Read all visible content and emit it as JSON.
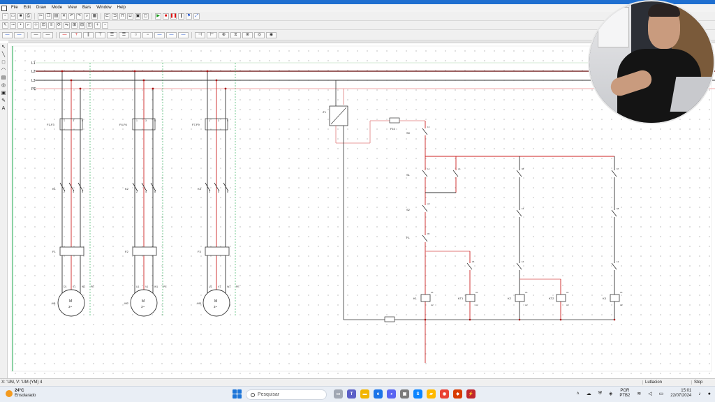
{
  "menu": {
    "items": [
      "File",
      "Edit",
      "Draw",
      "Mode",
      "View",
      "Bars",
      "Window",
      "Help"
    ]
  },
  "status": {
    "coords": "X: 'UM, V: 'UM (YM) 4",
    "mode": "Lutlacion",
    "state": "Stop"
  },
  "taskbar": {
    "weather_temp": "24°C",
    "weather_desc": "Ensolarado",
    "search_placeholder": "Pesquisar",
    "lang_top": "POR",
    "lang_bottom": "PTB2",
    "time": "15:01",
    "date": "22/07/2024"
  },
  "schematic": {
    "power_rails": [
      "L1",
      "L2",
      "L3",
      "PE"
    ],
    "breakers": [
      "F1-F3",
      "F4-F6",
      "F7-F9"
    ],
    "contactors": [
      "K1",
      "K2",
      "K3"
    ],
    "overloads": [
      "F1",
      "F2",
      "F3"
    ],
    "motors": [
      {
        "tag": "-M1",
        "label": "M",
        "phase": "3~"
      },
      {
        "tag": "-M2",
        "label": "M",
        "phase": "3~"
      },
      {
        "tag": "-M3",
        "label": "M",
        "phase": "3~"
      }
    ],
    "terminal_labels": [
      "1",
      "3",
      "5",
      "2",
      "4",
      "6",
      "U1",
      "V1",
      "W1",
      "PE"
    ],
    "control": {
      "transformer": "-T1",
      "fuse": "F10",
      "stop_button": "S0",
      "start_button": "S1",
      "emergency": "S2",
      "thermal": "F1",
      "coil_labels": [
        "K1",
        "KT1",
        "K2",
        "KT2",
        "K3"
      ],
      "contact_labels": [
        "13",
        "14",
        "A1",
        "A2",
        "95",
        "96",
        "15",
        "16",
        "18",
        "67",
        "68"
      ]
    }
  }
}
